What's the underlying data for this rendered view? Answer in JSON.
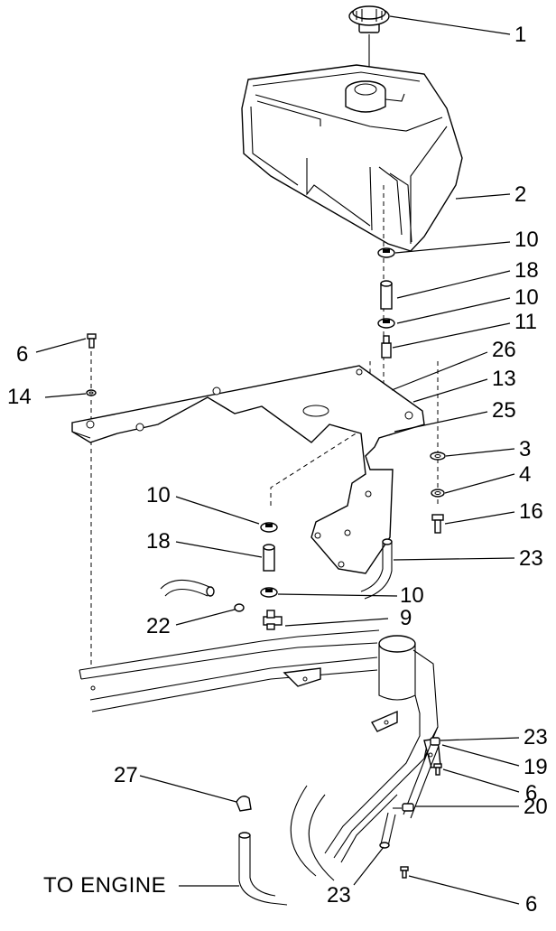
{
  "callouts": [
    {
      "id": "c1",
      "text": "1"
    },
    {
      "id": "c2",
      "text": "2"
    },
    {
      "id": "c10a",
      "text": "10"
    },
    {
      "id": "c18a",
      "text": "18"
    },
    {
      "id": "c10b",
      "text": "10"
    },
    {
      "id": "c11",
      "text": "11"
    },
    {
      "id": "c26",
      "text": "26"
    },
    {
      "id": "c13",
      "text": "13"
    },
    {
      "id": "c25",
      "text": "25"
    },
    {
      "id": "c3",
      "text": "3"
    },
    {
      "id": "c4",
      "text": "4"
    },
    {
      "id": "c16",
      "text": "16"
    },
    {
      "id": "c23a",
      "text": "23"
    },
    {
      "id": "c6a",
      "text": "6"
    },
    {
      "id": "c14",
      "text": "14"
    },
    {
      "id": "c10c",
      "text": "10"
    },
    {
      "id": "c18b",
      "text": "18"
    },
    {
      "id": "c10d",
      "text": "10"
    },
    {
      "id": "c22",
      "text": "22"
    },
    {
      "id": "c9",
      "text": "9"
    },
    {
      "id": "c23b",
      "text": "23"
    },
    {
      "id": "c19",
      "text": "19"
    },
    {
      "id": "c6b",
      "text": "6"
    },
    {
      "id": "c27",
      "text": "27"
    },
    {
      "id": "c20",
      "text": "20"
    },
    {
      "id": "c23c",
      "text": "23"
    },
    {
      "id": "c6c",
      "text": "6"
    }
  ],
  "engine_label": "TO ENGINE"
}
